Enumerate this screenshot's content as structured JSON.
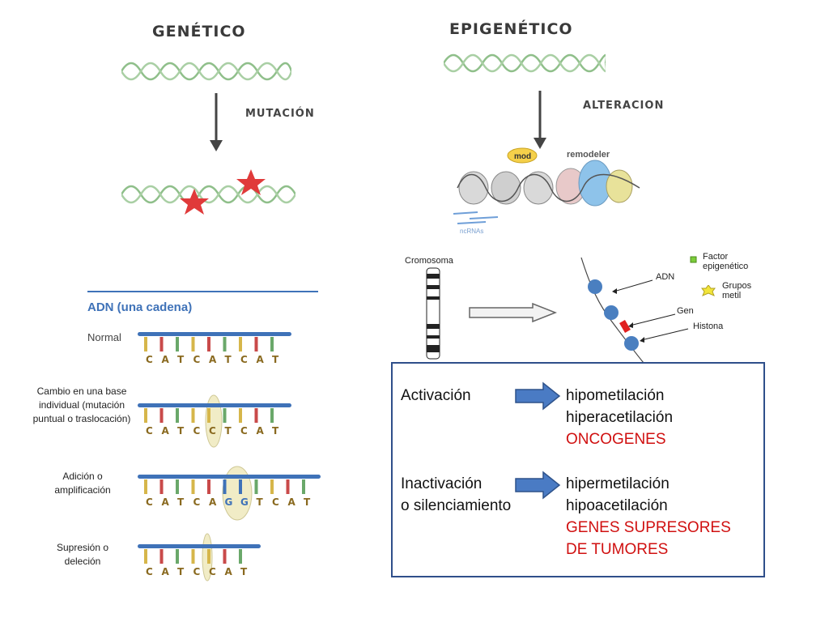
{
  "top_left": {
    "title": "GENÉTICO",
    "arrow_label": "MUTACIÓN"
  },
  "top_right": {
    "title": "EPIGENÉTICO",
    "arrow_label": "ALTERACION",
    "mod_label": "mod",
    "remodeler_label": "remodeler",
    "ncrna_label": "ncRNAs"
  },
  "dna_panel": {
    "title": "ADN (una cadena)",
    "normal_label": "Normal",
    "rows": [
      {
        "caption": "",
        "bases": [
          "C",
          "A",
          "T",
          "C",
          "A",
          "T",
          "C",
          "A",
          "T"
        ]
      },
      {
        "caption": "Cambio en una base individual (mutación puntual o traslocación)",
        "bases": [
          "C",
          "A",
          "T",
          "C",
          "C",
          "T",
          "C",
          "A",
          "T"
        ]
      },
      {
        "caption": "Adición o amplificación",
        "bases": [
          "C",
          "A",
          "T",
          "C",
          "A",
          "G",
          "G",
          "T",
          "C",
          "A",
          "T"
        ]
      },
      {
        "caption": "Supresión o deleción",
        "bases": [
          "C",
          "A",
          "T",
          "C",
          "C",
          "A",
          "T"
        ]
      }
    ]
  },
  "chromosome_panel": {
    "cromosoma": "Cromosoma",
    "adn": "ADN",
    "gen": "Gen",
    "histona": "Histona",
    "legend_factor": "Factor epigenético",
    "legend_metil": "Grupos metil"
  },
  "summary_box": {
    "activation": "Activación",
    "activation_effects": [
      "hipometilación",
      "hiperacetilación"
    ],
    "activation_result": "ONCOGENES",
    "inactivation": [
      "Inactivación",
      "o silenciamiento"
    ],
    "inactivation_effects": [
      "hipermetilación",
      "hipoacetilación"
    ],
    "inactivation_result": [
      "GENES SUPRESORES",
      "DE TUMORES"
    ]
  },
  "colors": {
    "accent_blue": "#3f72b8",
    "strand_green": "#8fbf8a",
    "result_red": "#d01010"
  }
}
